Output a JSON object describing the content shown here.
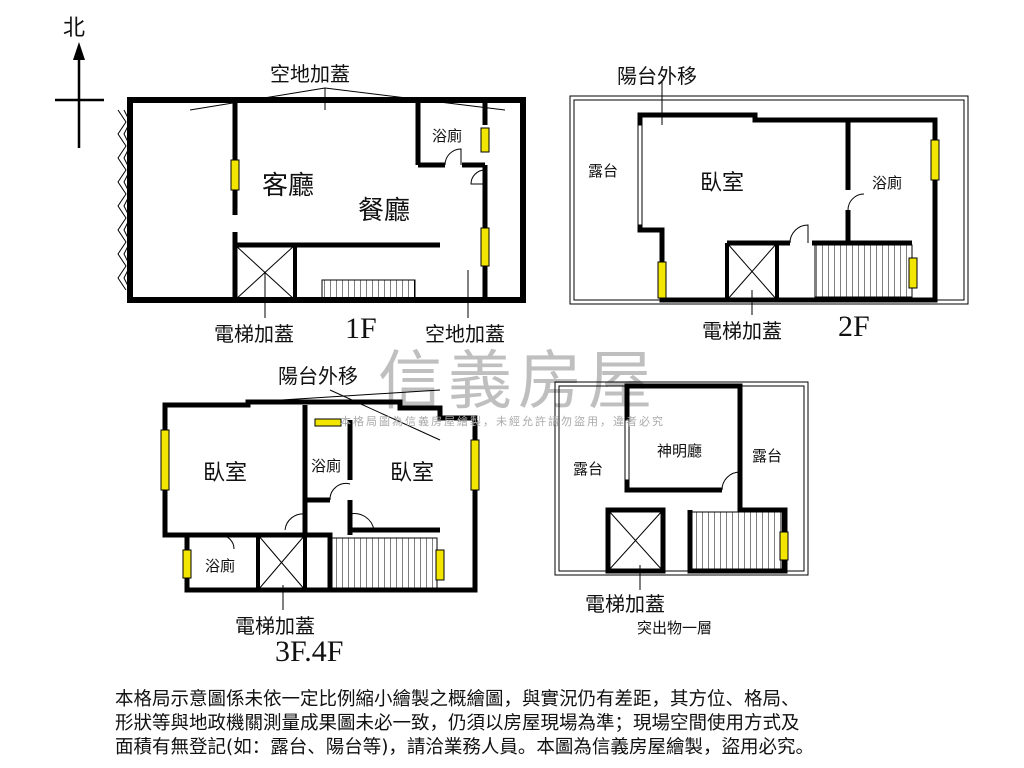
{
  "compass": {
    "north_label": "北"
  },
  "watermark": {
    "brand": "信義房屋",
    "notice": "本格局圖為信義房屋繪製，未經允許請勿盜用，違者必究"
  },
  "floor_1f": {
    "floor_label": "1F",
    "top_note": "空地加蓋",
    "bottom_note": "空地加蓋",
    "elevator_note": "電梯加蓋",
    "rooms": {
      "living": "客廳",
      "dining": "餐廳",
      "bath": "浴廁"
    }
  },
  "floor_2f": {
    "floor_label": "2F",
    "top_note": "陽台外移",
    "elevator_note": "電梯加蓋",
    "rooms": {
      "terrace": "露台",
      "bedroom": "臥室",
      "bath": "浴廁"
    }
  },
  "floor_3f4f": {
    "floor_label": "3F.4F",
    "top_note": "陽台外移",
    "elevator_note": "電梯加蓋",
    "rooms": {
      "bedroom_left": "臥室",
      "bedroom_right": "臥室",
      "bath_mid": "浴廁",
      "bath_bottom": "浴廁"
    }
  },
  "floor_roof": {
    "floor_label": "突出物一層",
    "elevator_note": "電梯加蓋",
    "rooms": {
      "terrace_left": "露台",
      "shrine": "神明廳",
      "terrace_right": "露台"
    }
  },
  "disclaimer": [
    "本格局示意圖係未依一定比例縮小繪製之概繪圖，與實況仍有差距，其方位、格局、",
    "形狀等與地政機關測量成果圖未必一致，仍須以房屋現場為準；現場空間使用方式及",
    "面積有無登記(如：露台、陽台等)，請洽業務人員。本圖為信義房屋繪製，盜用必究。"
  ],
  "colors": {
    "wall": "#000000",
    "window": "#f2e600",
    "watermark": "#bfbfbf"
  }
}
